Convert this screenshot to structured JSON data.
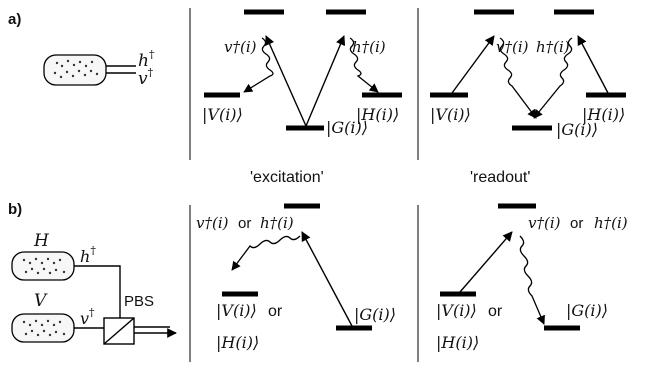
{
  "panels": {
    "a": "a)",
    "b": "b)"
  },
  "labels": {
    "h_dag": "h",
    "v_dag": "v",
    "dagger": "†",
    "v_i_dag": "v†(i)",
    "h_i_dag": "h†(i)",
    "V_ket": "|V(i)⟩",
    "H_ket": "|H(i)⟩",
    "G_ket": "|G(i)⟩",
    "or": "or",
    "H_cell": "H",
    "V_cell": "V",
    "pbs": "PBS"
  },
  "captions": {
    "excitation": "'excitation'",
    "readout": "'readout'"
  }
}
